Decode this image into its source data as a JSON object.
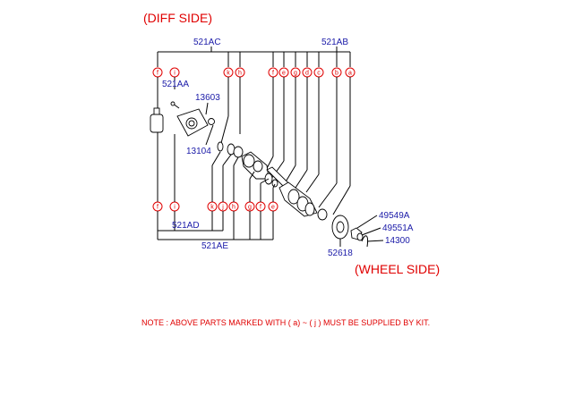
{
  "headings": {
    "diff_side": "(DIFF  SIDE)",
    "wheel_side": "(WHEEL SIDE)"
  },
  "part_labels": {
    "p521AC": "521AC",
    "p521AB": "521AB",
    "p521AA": "521AA",
    "p13603": "13603",
    "p13104": "13104",
    "p521AD": "521AD",
    "p521AE": "521AE",
    "p49549A": "49549A",
    "p49551A": "49551A",
    "p14300": "14300",
    "p52618": "52618"
  },
  "callouts_top": [
    "f",
    "i",
    "k",
    "h",
    "f",
    "e",
    "g",
    "d",
    "c",
    "b",
    "a"
  ],
  "callouts_bottom": [
    "f",
    "i",
    "k",
    "j",
    "h",
    "g",
    "f",
    "e"
  ],
  "note": "NOTE :  ABOVE PARTS  MARKED WITH ( a) ~ ( j ) MUST BE SUPPLIED BY KIT.",
  "colors": {
    "annotation": "#e00000",
    "part_number": "#1a1aa8",
    "line": "#000000"
  }
}
